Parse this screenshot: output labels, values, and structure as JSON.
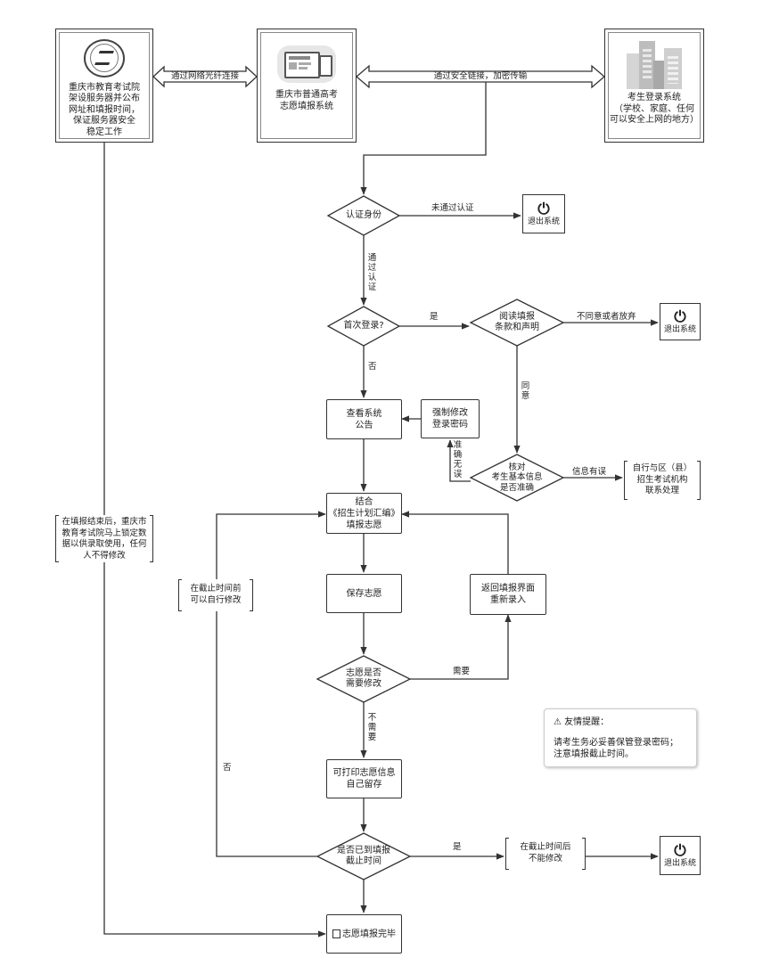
{
  "systems": {
    "edu": "重庆市教育考试院\n架设服务器并公布\n网址和填报时间，\n保证服务器安全\n稳定工作",
    "filing": "重庆市普通高考\n志愿填报系统",
    "login": "考生登录系统\n（学校、家庭、任何\n可以安全上网的地方）"
  },
  "links": {
    "fiber": "通过网络光纤连接",
    "secure": "通过安全链接，加密传输"
  },
  "decisions": {
    "auth": "认证身份",
    "first": "首次登录?",
    "read": "阅读填报\n条款和声明",
    "verify": "核对\n考生基本信息\n是否准确",
    "modify": "志愿是否\n需要修改",
    "deadline": "是否已到填报\n截止时间"
  },
  "processes": {
    "view": "查看系统\n公告",
    "forcepw": "强制修改\n登录密码",
    "combine": "结合\n《招生计划汇编》\n填报志愿",
    "save": "保存志愿",
    "return": "返回填报界面\n重新录入",
    "print": "可打印志愿信息\n自己留存",
    "done": "志愿填报完毕"
  },
  "exits": {
    "label": "退出系统",
    "icon": "power-icon"
  },
  "edges": {
    "fail": "未通过认证",
    "pass": "通过认证",
    "yes": "是",
    "no": "否",
    "disagree": "不同意或者放弃",
    "agree": "同意",
    "accurate": "准确无误",
    "wrong": "信息有误",
    "need": "需要",
    "noneed": "不需要",
    "yes2": "是",
    "no2": "否"
  },
  "notes": {
    "lock": "在填报结束后，重庆市\n教育考试院马上锁定数\n据以供录取使用，任何\n人不得修改",
    "before": "在截止时间前\n可以自行修改",
    "county": "自行与区（县）\n招生考试机构\n联系处理",
    "after": "在截止时间后\n不能修改"
  },
  "tip": {
    "title": "友情提醒：",
    "body": "请考生务必妥善保管登录密码；\n注意填报截止时间。",
    "icon": "warning-icon"
  },
  "colors": {
    "line": "#333333",
    "arrow_fill": "#ffffff"
  }
}
